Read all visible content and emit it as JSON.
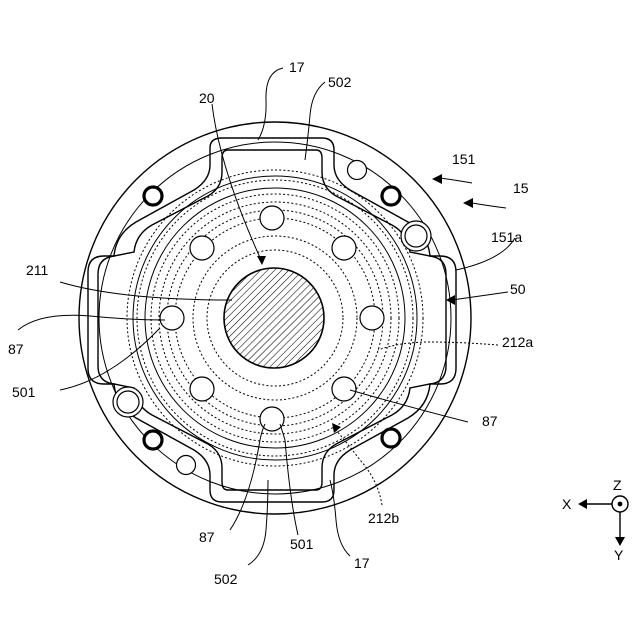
{
  "labels": {
    "l17_top": "17",
    "l502_top": "502",
    "l20": "20",
    "l151": "151",
    "l15": "15",
    "l151a": "151a",
    "l211": "211",
    "l50": "50",
    "l87_left": "87",
    "l212a": "212a",
    "l501_left": "501",
    "l87_right": "87",
    "l212b": "212b",
    "l87_bottom": "87",
    "l501_bottom": "501",
    "l502_bottom": "502",
    "l17_bottom": "17"
  },
  "axes": {
    "x": "X",
    "y": "Y",
    "z": "Z"
  }
}
